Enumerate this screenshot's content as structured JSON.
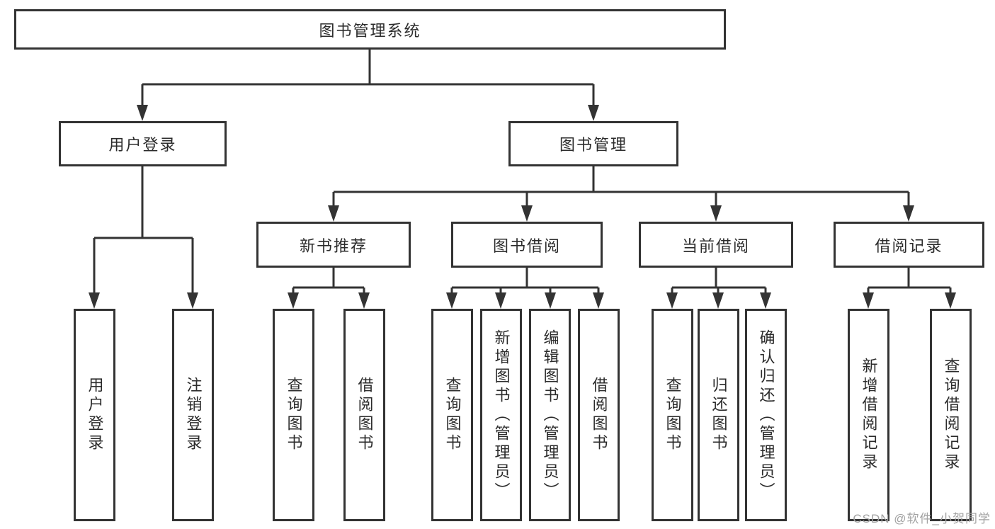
{
  "diagram": {
    "root": {
      "label": "图书管理系统"
    },
    "level2": {
      "user_login": {
        "label": "用户登录"
      },
      "book_mgmt": {
        "label": "图书管理"
      }
    },
    "level3": {
      "new_book_rec": {
        "label": "新书推荐"
      },
      "book_borrow": {
        "label": "图书借阅"
      },
      "current_borrow": {
        "label": "当前借阅"
      },
      "borrow_record": {
        "label": "借阅记录"
      }
    },
    "leaves": {
      "g1": [
        "用户登录",
        "注销登录"
      ],
      "g2": [
        "查询图书",
        "借阅图书"
      ],
      "g3": [
        "查询图书",
        "新增图书（管理员）",
        "编辑图书（管理员）",
        "借阅图书"
      ],
      "g4": [
        "查询图书",
        "归还图书",
        "确认归还（管理员）"
      ],
      "g5": [
        "新增借阅记录",
        "查询借阅记录"
      ]
    }
  },
  "watermark": {
    "text": "CSDN @软件_小贺同学"
  },
  "colors": {
    "line": "#333333",
    "text": "#2b2b2b",
    "watermark": "#a2a2a2",
    "background": "#ffffff"
  }
}
